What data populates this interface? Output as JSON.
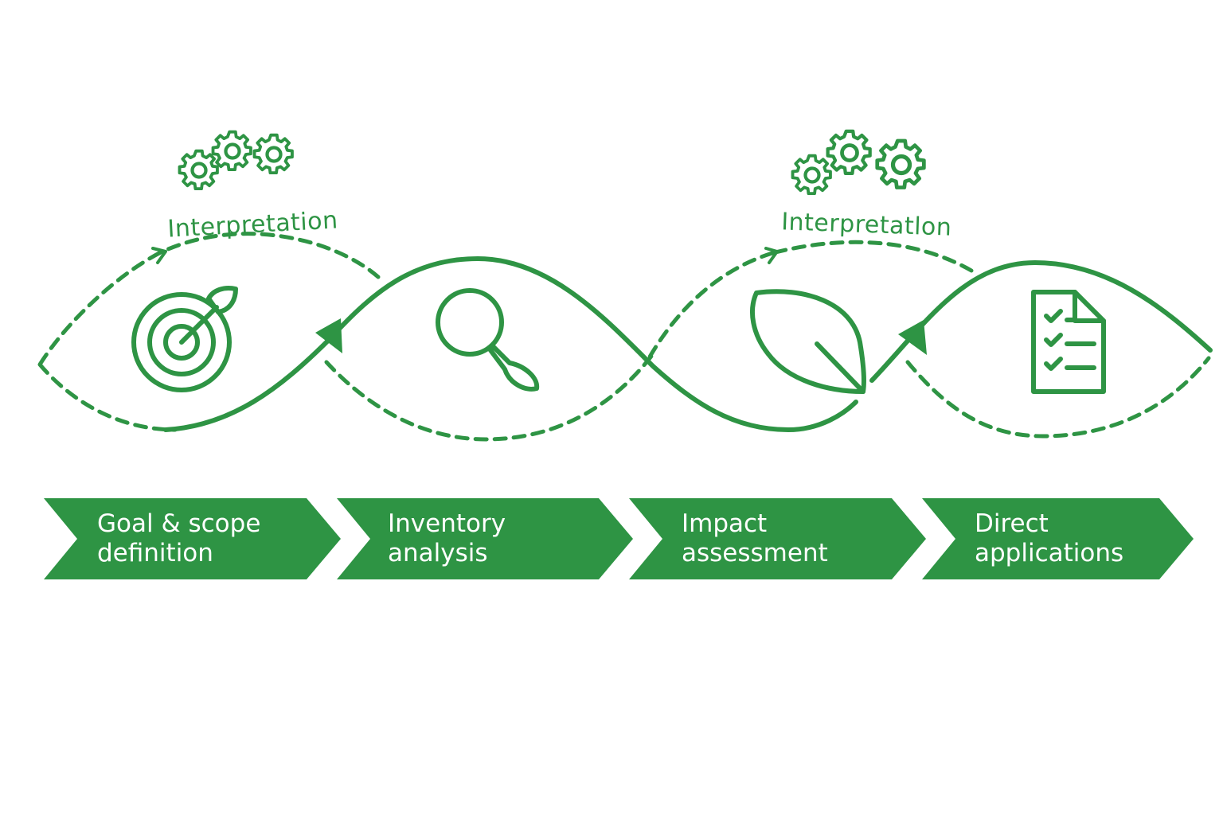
{
  "colors": {
    "primary": "#2e9444",
    "background": "#ffffff",
    "label_text": "#ffffff"
  },
  "interpretation": [
    {
      "label": "Interpretation",
      "icon": "gears-icon"
    },
    {
      "label": "Interpretatlon",
      "icon": "gears-icon"
    }
  ],
  "steps": [
    {
      "line1": "Goal & scope",
      "line2": "definition",
      "icon": "target-icon"
    },
    {
      "line1": "Inventory",
      "line2": "analysis",
      "icon": "magnifier-icon"
    },
    {
      "line1": "Impact",
      "line2": "assessment",
      "icon": "leaf-icon"
    },
    {
      "line1": "Direct",
      "line2": "applications",
      "icon": "checklist-document-icon"
    }
  ]
}
